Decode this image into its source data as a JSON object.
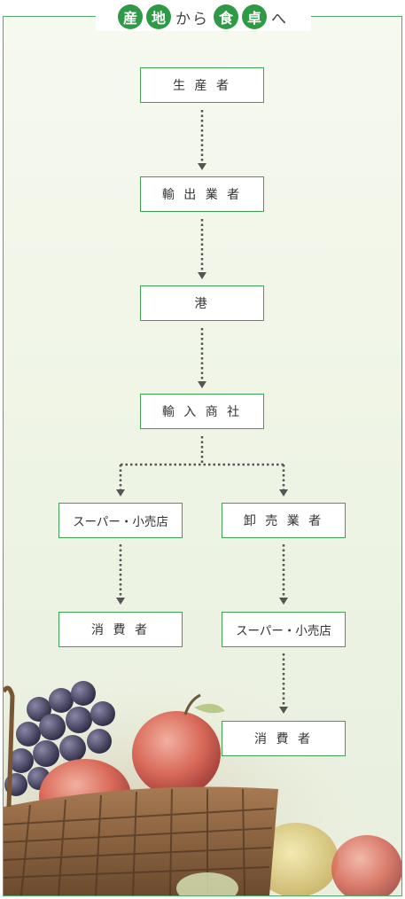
{
  "title": {
    "circled_1": "産",
    "circled_2": "地",
    "plain_1": "から",
    "circled_3": "食",
    "circled_4": "卓",
    "plain_2": "へ"
  },
  "nodes": {
    "producer": "生 産 者",
    "exporter": "輸 出 業 者",
    "port": "港",
    "importer": "輸 入 商 社",
    "retail_left": "スーパー・小売店",
    "wholesaler": "卸 売 業 者",
    "consumer_left": "消 費 者",
    "retail_right": "スーパー・小売店",
    "consumer_right": "消 費 者"
  },
  "colors": {
    "accent": "#2f9a45",
    "border": "#3fa052",
    "arrow": "#555555"
  }
}
